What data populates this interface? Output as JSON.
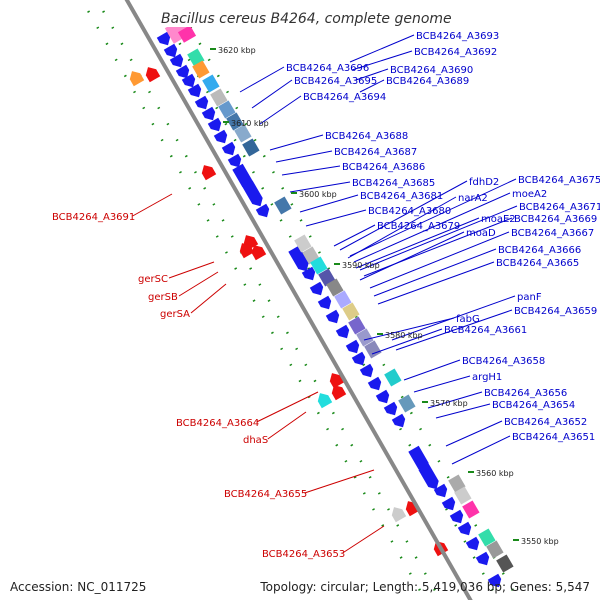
{
  "title": "Bacillus cereus B4264, complete genome",
  "footer": {
    "accession": "Accession: NC_011725",
    "stats": "Topology: circular; Length: 5,419,036 bp; Genes: 5,547"
  },
  "colors": {
    "forward_label": "#0000cc",
    "reverse_label": "#cc0000",
    "backbone": "#888888",
    "tick": "#1a8a1a",
    "gene_blue": "#1a1aee",
    "gene_red": "#ee1111"
  },
  "kbp_ticks": [
    "3620 kbp",
    "3610 kbp",
    "3600 kbp",
    "3590 kbp",
    "3580 kbp",
    "3570 kbp",
    "3560 kbp",
    "3550 kbp"
  ],
  "forward_labels": [
    "BCB4264_A3693",
    "BCB4264_A3692",
    "BCB4264_A3696",
    "BCB4264_A3690",
    "BCB4264_A3695",
    "BCB4264_A3689",
    "BCB4264_A3694",
    "BCB4264_A3688",
    "BCB4264_A3687",
    "BCB4264_A3686",
    "BCB4264_A3685",
    "fdhD2",
    "BCB4264_A3675",
    "BCB4264_A3681",
    "moeA2",
    "narA2",
    "BCB4264_A3671",
    "BCB4264_A3680",
    "moaE2",
    "BCB4264_A3669",
    "BCB4264_A3679",
    "moaD",
    "BCB4264_A3667",
    "BCB4264_A3666",
    "BCB4264_A3665",
    "panF",
    "fabG",
    "BCB4264_A3659",
    "BCB4264_A3661",
    "BCB4264_A3658",
    "argH1",
    "BCB4264_A3656",
    "BCB4264_A3654",
    "BCB4264_A3652",
    "BCB4264_A3651"
  ],
  "reverse_labels": [
    "BCB4264_A3691",
    "gerSC",
    "gerSB",
    "gerSA",
    "BCB4264_A3664",
    "dhaS",
    "BCB4264_A3655",
    "BCB4264_A3653"
  ]
}
